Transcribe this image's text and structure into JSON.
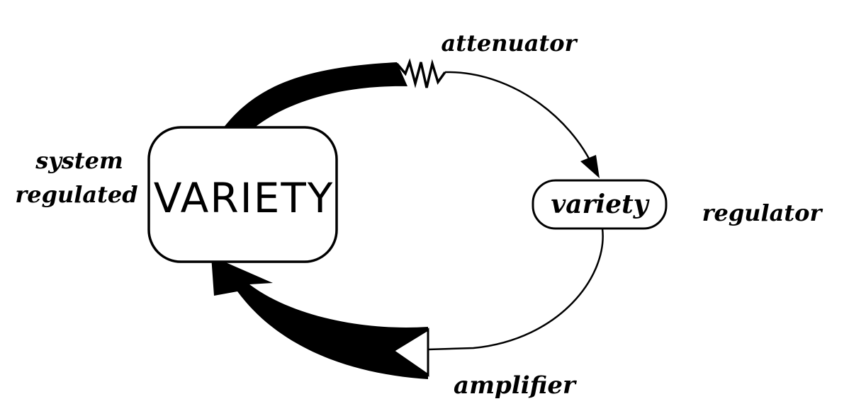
{
  "diagram": {
    "system_box": {
      "text": "VARIETY"
    },
    "regulator_box": {
      "text": "variety"
    },
    "labels": {
      "system_regulated_line1": "system",
      "system_regulated_line2": "regulated",
      "regulator": "regulator",
      "attenuator": "attenuator",
      "amplifier": "amplifier"
    }
  },
  "colors": {
    "ink": "#000000",
    "paper": "#ffffff"
  }
}
